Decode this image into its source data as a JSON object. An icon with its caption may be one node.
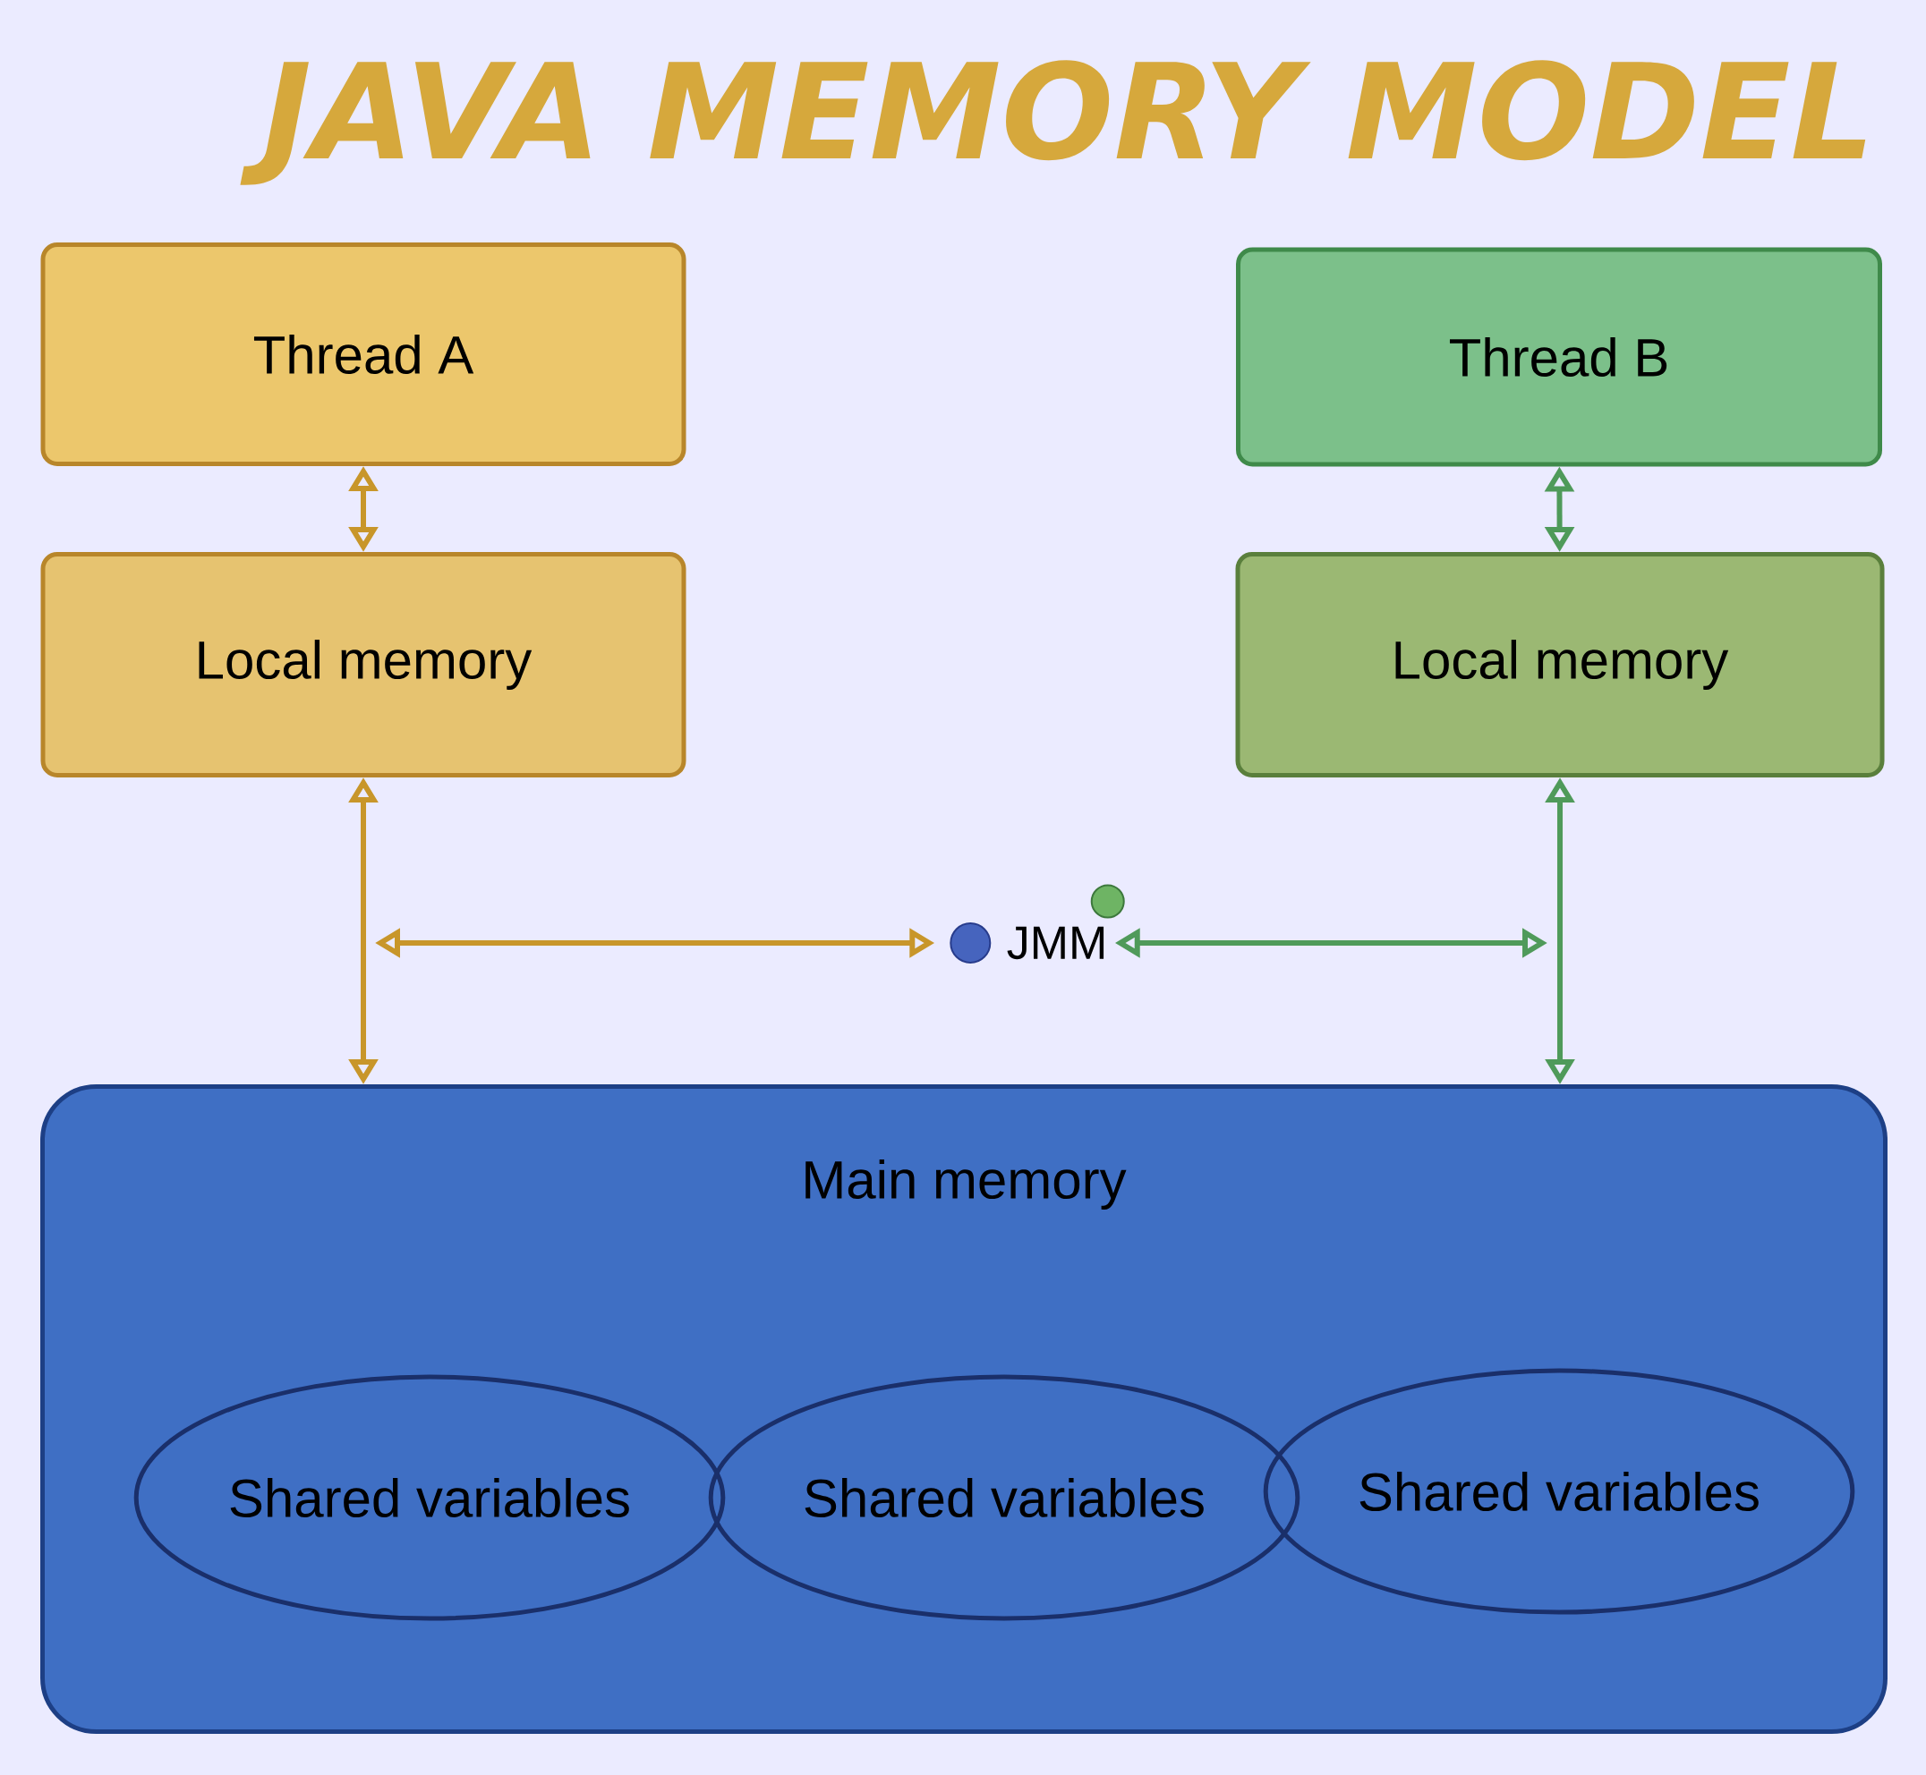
{
  "diagram": {
    "title": "JAVA MEMORY MODEL",
    "nodes": [
      {
        "text": [
          "Thread A"
        ]
      },
      {
        "text": [
          "Local memory"
        ]
      },
      {
        "text": [
          "Thread B"
        ]
      },
      {
        "text": [
          "Local memory"
        ]
      },
      {
        "text": [
          "JMM"
        ]
      },
      {
        "text": [
          "Main memory"
        ]
      },
      {
        "text": [
          "Shared variables"
        ],
        "in": 5
      },
      {
        "text": [
          "Shared variables"
        ],
        "in": 5
      },
      {
        "text": [
          "Shared variables"
        ],
        "in": 5
      }
    ],
    "edges": [
      {
        "from": 0,
        "to": 1,
        "arrow": "both",
        "color": "#c8962a"
      },
      {
        "from": 2,
        "to": 3,
        "arrow": "both",
        "color": "#4f9a5a"
      },
      {
        "from": 1,
        "to": 5,
        "arrow": "both",
        "color": "#c8962a"
      },
      {
        "from": 3,
        "to": 5,
        "arrow": "both",
        "color": "#4f9a5a"
      },
      {
        "from": null,
        "to": 4,
        "arrow": "both",
        "color": "#c8962a"
      },
      {
        "from": 4,
        "to": null,
        "arrow": "both",
        "color": "#4f9a5a"
      }
    ]
  }
}
